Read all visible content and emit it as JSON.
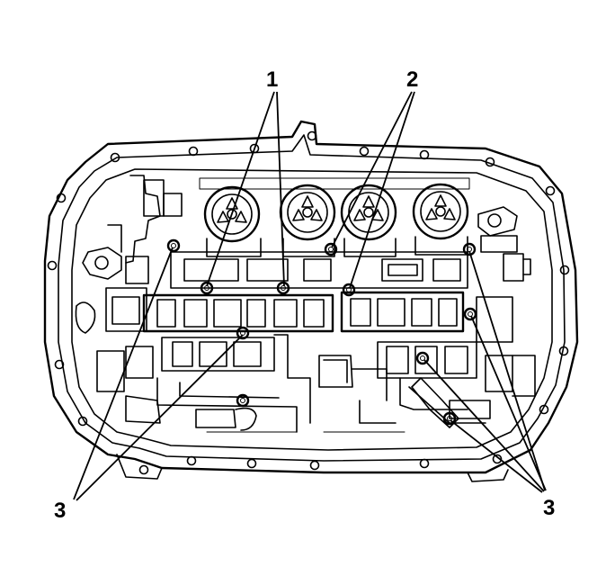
{
  "callouts": {
    "one": "1",
    "two": "2",
    "three_left": "3",
    "three_right": "3"
  },
  "icons": [
    "bolt-icon",
    "gear-icon",
    "solenoid-icon",
    "spool-valve-icon"
  ]
}
